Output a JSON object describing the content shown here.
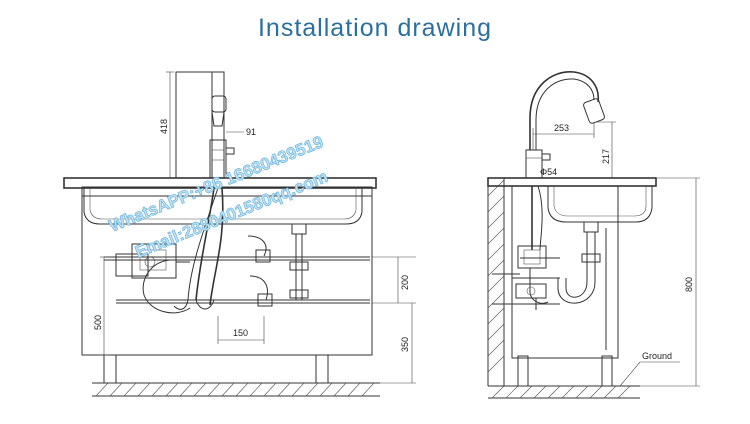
{
  "title": "Installation drawing",
  "front_view": {
    "dim_faucet_height": "418",
    "dim_spout": "91",
    "dim_500": "500",
    "dim_200": "200",
    "dim_350": "350",
    "dim_150": "150"
  },
  "side_view": {
    "dim_spout_reach": "253",
    "dim_217": "217",
    "dim_hole": "Φ54",
    "dim_800": "800",
    "ground_label": "Ground"
  },
  "watermark": {
    "line1": "WhatsAPP:+86  16680439519",
    "line2": "Email:2880401580qq.com"
  }
}
